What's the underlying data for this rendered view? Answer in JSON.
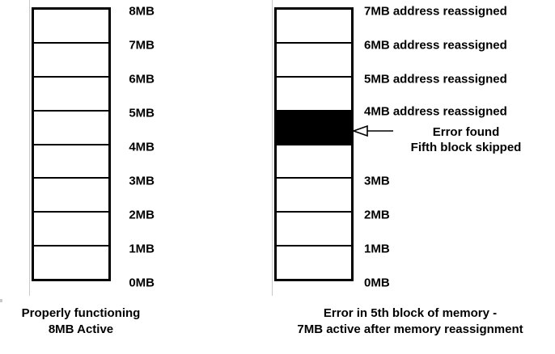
{
  "diagram": {
    "title_visible": false,
    "colors": {
      "block_fill": "#ffffff",
      "block_border": "#000000",
      "faulty_fill": "#000000",
      "guide_line": "#c9c9c9",
      "text": "#000000"
    },
    "panels": [
      {
        "id": "healthy-memory",
        "block_count": 8,
        "faulty_index": null,
        "blocks": [
          {
            "label": "block-8",
            "state": "ok"
          },
          {
            "label": "block-7",
            "state": "ok"
          },
          {
            "label": "block-6",
            "state": "ok"
          },
          {
            "label": "block-5",
            "state": "ok"
          },
          {
            "label": "block-4",
            "state": "ok"
          },
          {
            "label": "block-3",
            "state": "ok"
          },
          {
            "label": "block-2",
            "state": "ok"
          },
          {
            "label": "block-1",
            "state": "ok"
          }
        ],
        "tick_labels": [
          "8MB",
          "7MB",
          "6MB",
          "5MB",
          "4MB",
          "3MB",
          "2MB",
          "1MB",
          "0MB"
        ],
        "caption_line1": "Properly functioning",
        "caption_line2": "8MB Active"
      },
      {
        "id": "faulty-memory",
        "block_count": 8,
        "faulty_index": 3,
        "blocks": [
          {
            "label": "block-8",
            "state": "ok"
          },
          {
            "label": "block-7",
            "state": "ok"
          },
          {
            "label": "block-6",
            "state": "ok"
          },
          {
            "label": "block-5",
            "state": "error"
          },
          {
            "label": "block-4",
            "state": "ok"
          },
          {
            "label": "block-3",
            "state": "ok"
          },
          {
            "label": "block-2",
            "state": "ok"
          },
          {
            "label": "block-1",
            "state": "ok"
          }
        ],
        "tick_labels": [
          "7MB address reassigned",
          "6MB address reassigned",
          "5MB address reassigned",
          "4MB address reassigned",
          "",
          "3MB",
          "2MB",
          "1MB",
          "0MB"
        ],
        "annotation_line1": "Error found",
        "annotation_line2": "Fifth block skipped",
        "caption_line1": "Error in 5th block of memory -",
        "caption_line2": "7MB active after memory reassignment"
      }
    ]
  }
}
